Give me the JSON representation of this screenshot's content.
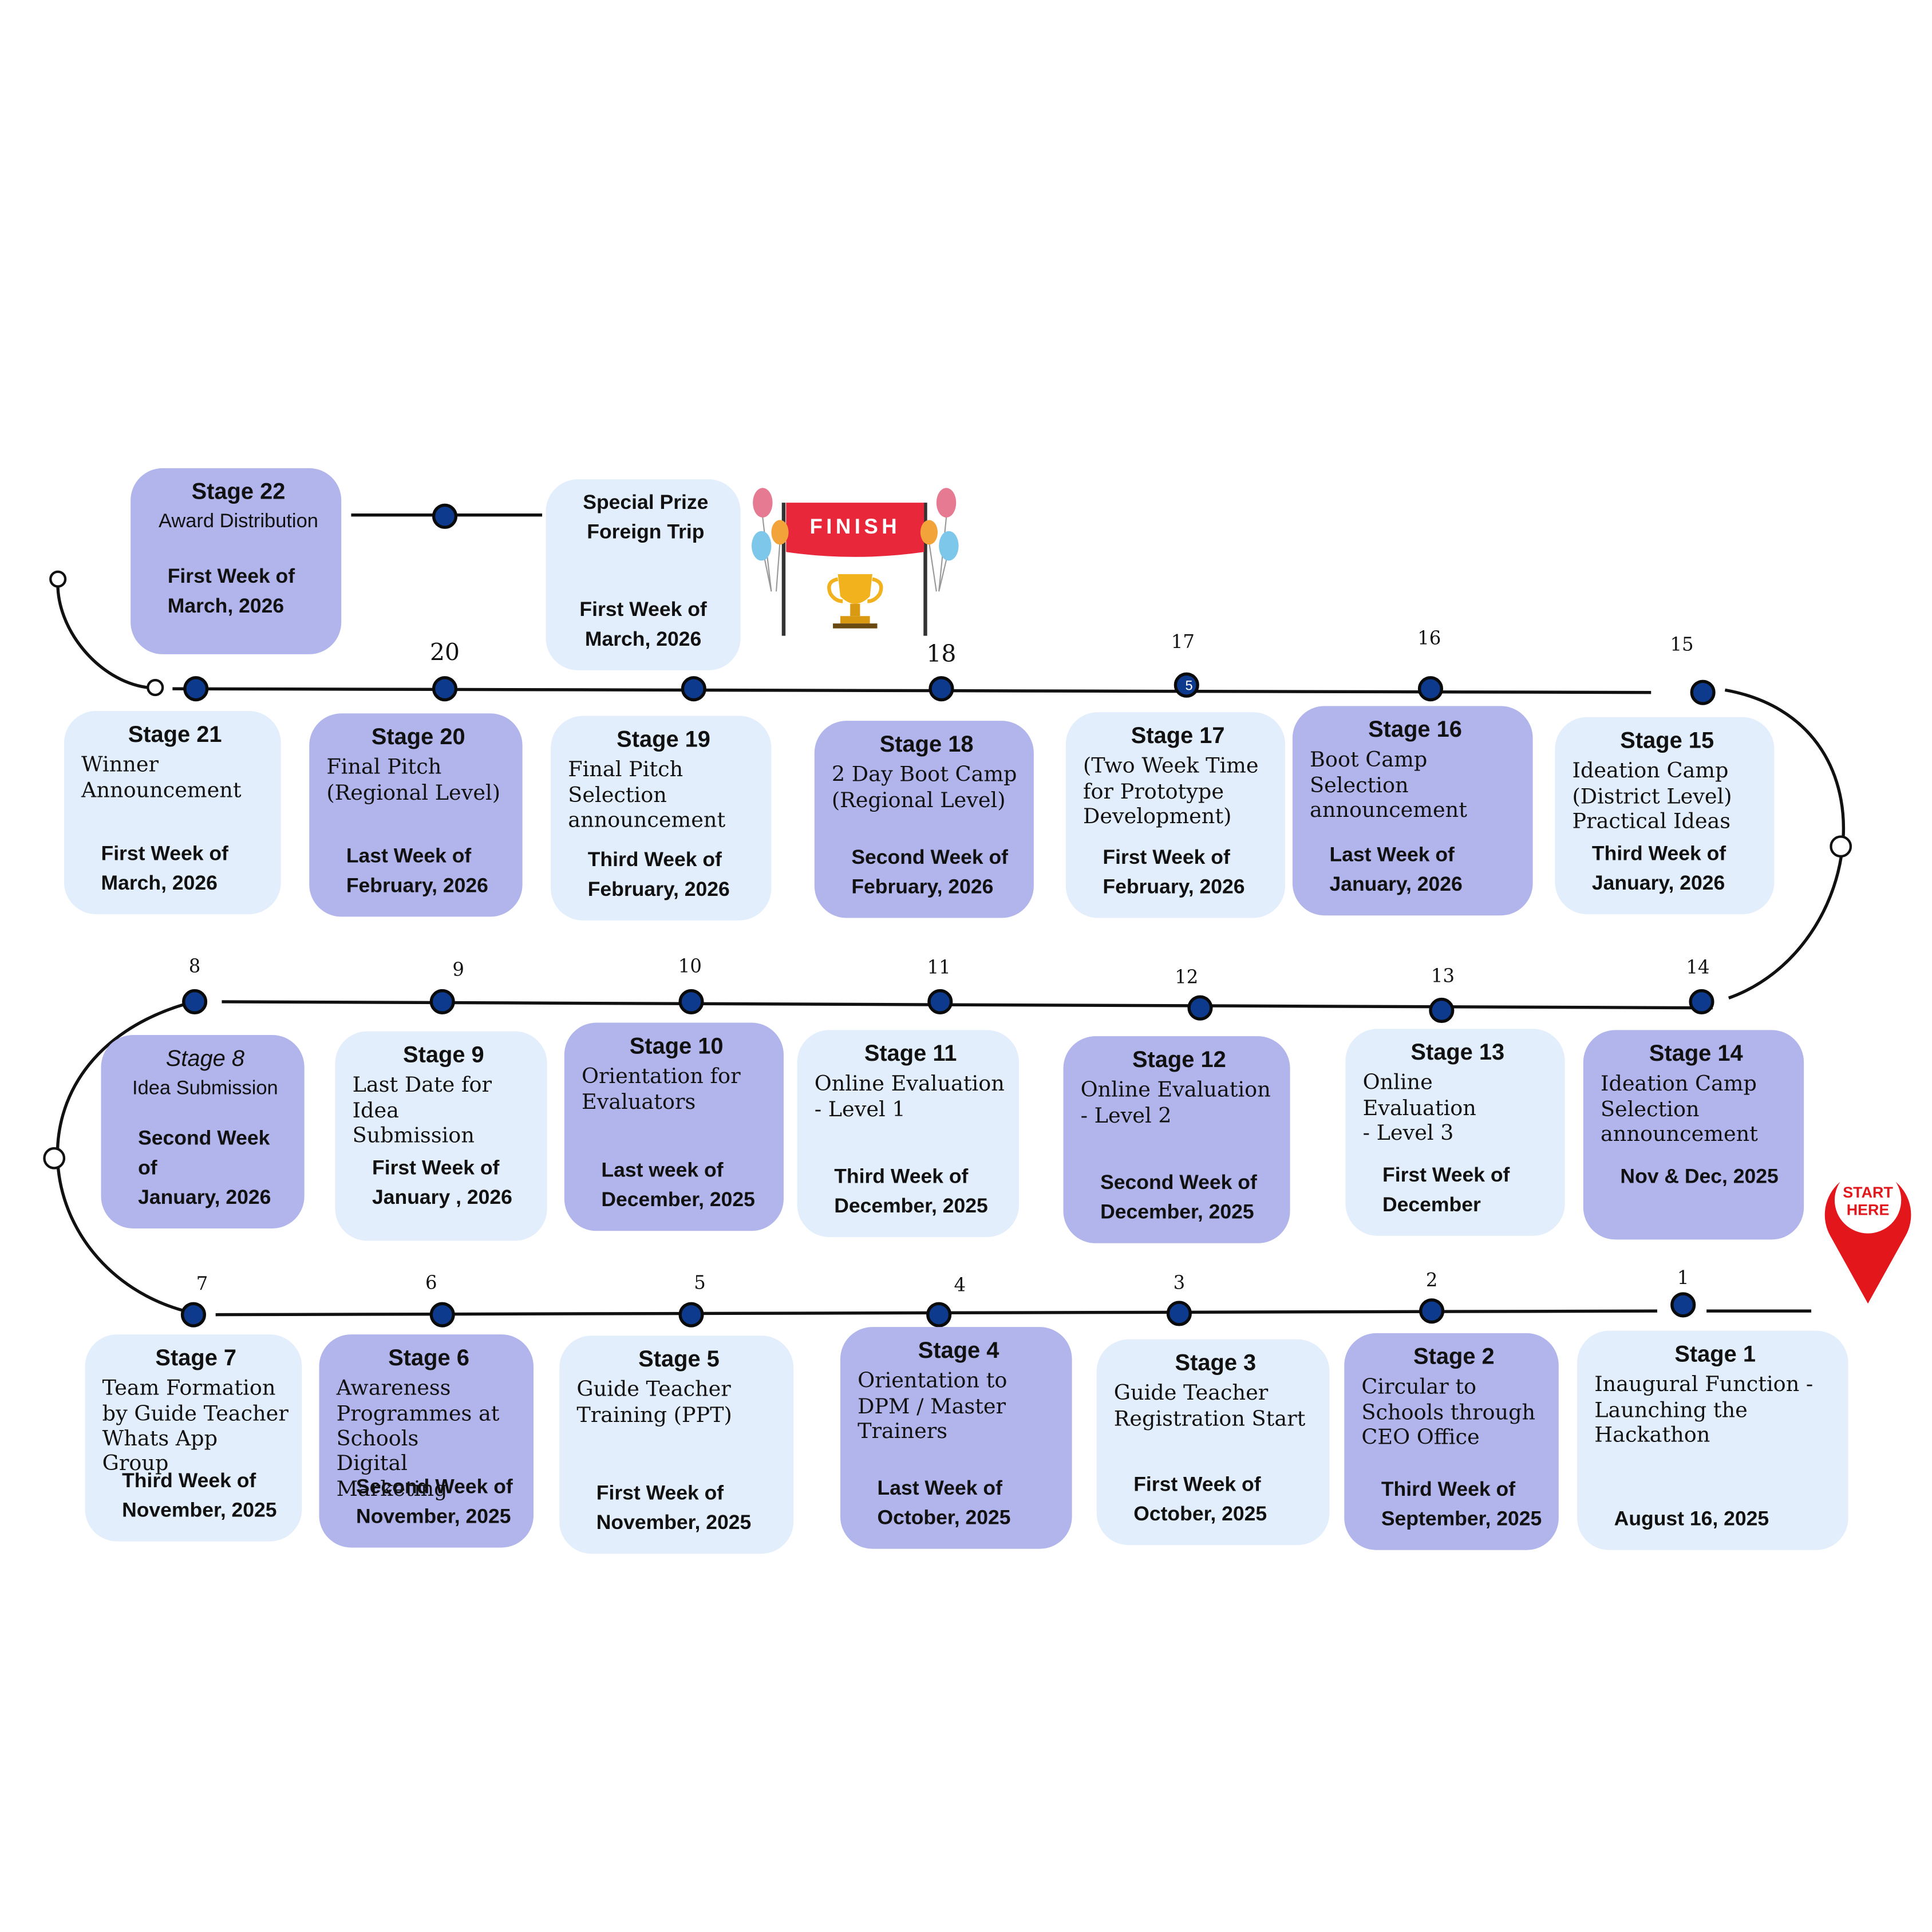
{
  "stages": [
    {
      "number": "1",
      "title": "Stage 1",
      "description": "Inaugural Function -\nLaunching the\nHackathon",
      "date": "August 16, 2025"
    },
    {
      "number": "2",
      "title": "Stage 2",
      "description": "Circular to\nSchools through\nCEO Office",
      "date": "Third Week of\nSeptember, 2025"
    },
    {
      "number": "3",
      "title": "Stage 3",
      "description": "Guide Teacher\nRegistration Start",
      "date": "First Week of\nOctober, 2025"
    },
    {
      "number": "4",
      "title": "Stage 4",
      "description": "Orientation to\nDPM / Master\nTrainers",
      "date": "Last Week of\nOctober, 2025"
    },
    {
      "number": "5",
      "title": "Stage 5",
      "description": "Guide  Teacher\nTraining (PPT)",
      "date": "First Week of\nNovember, 2025"
    },
    {
      "number": "6",
      "title": "Stage 6",
      "description": "Awareness\nProgrammes at\nSchools\nDigital Marketing",
      "date": "Second Week of\nNovember, 2025"
    },
    {
      "number": "7",
      "title": "Stage 7",
      "description": "Team Formation\nby Guide Teacher\nWhats App Group",
      "date": "Third Week of\nNovember, 2025"
    },
    {
      "number": "8",
      "title": "Stage 8",
      "description": "Idea Submission",
      "date": "Second Week of\nJanuary, 2026"
    },
    {
      "number": "9",
      "title": "Stage 9",
      "description": "Last Date for Idea\nSubmission",
      "date": "First Week of\nJanuary , 2026"
    },
    {
      "number": "10",
      "title": "Stage 10",
      "description": "Orientation for\nEvaluators",
      "date": "Last week of\nDecember, 2025"
    },
    {
      "number": "11",
      "title": "Stage 11",
      "description": "Online Evaluation\n- Level 1",
      "date": "Third Week of\nDecember, 2025"
    },
    {
      "number": "12",
      "title": "Stage 12",
      "description": "Online Evaluation\n- Level 2",
      "date": "Second Week of\nDecember, 2025"
    },
    {
      "number": "13",
      "title": "Stage 13",
      "description": "Online Evaluation\n- Level 3",
      "date": "First Week of\nDecember"
    },
    {
      "number": "14",
      "title": "Stage 14",
      "description": "Ideation Camp\nSelection\nannouncement",
      "date": "Nov & Dec, 2025"
    },
    {
      "number": "15",
      "title": "Stage 15",
      "description": "Ideation  Camp\n(District  Level)\nPractical Ideas",
      "date": "Third Week of\nJanuary,  2026"
    },
    {
      "number": "16",
      "title": "Stage 16",
      "description": "Boot Camp\nSelection\nannouncement",
      "date": "Last  Week  of\nJanuary, 2026"
    },
    {
      "number": "17",
      "title": "Stage 17",
      "description": "(Two Week Time\nfor Prototype\nDevelopment)",
      "date": "First Week of\nFebruary, 2026"
    },
    {
      "number": "18",
      "title": "Stage 18",
      "description": "2 Day Boot Camp\n(Regional Level)",
      "date": "Second Week of\nFebruary, 2026"
    },
    {
      "number": "",
      "title": "Stage 19",
      "description": "Final Pitch\nSelection\nannouncement",
      "date": "Third Week of\nFebruary, 2026"
    },
    {
      "number": "20",
      "title": "Stage 20",
      "description": "Final Pitch\n(Regional Level)",
      "date": "Last Week of\nFebruary, 2026"
    },
    {
      "number": "",
      "title": "Stage 21",
      "description": "Winner\nAnnouncement",
      "date": "First Week of\nMarch, 2026"
    },
    {
      "number": "",
      "title": "Stage 22",
      "description": "Award Distribution",
      "date": "First Week of\nMarch, 2026"
    }
  ],
  "special_prize": {
    "title": "Special Prize\nForeign Trip",
    "date": "First Week of\nMarch, 2026"
  },
  "stage17_dot_label": "5",
  "finish_label": "FINISH",
  "start_label": "START\nHERE",
  "colors": {
    "card_light": "#e3eefc",
    "card_dark": "#b1b5eb",
    "dot": "#0d3a8c",
    "track": "#111111",
    "finish_banner": "#e8283a",
    "start_pin": "#e3161c"
  },
  "icons": [
    "trophy-icon",
    "balloon-icon",
    "location-pin-icon",
    "finish-banner-icon"
  ]
}
